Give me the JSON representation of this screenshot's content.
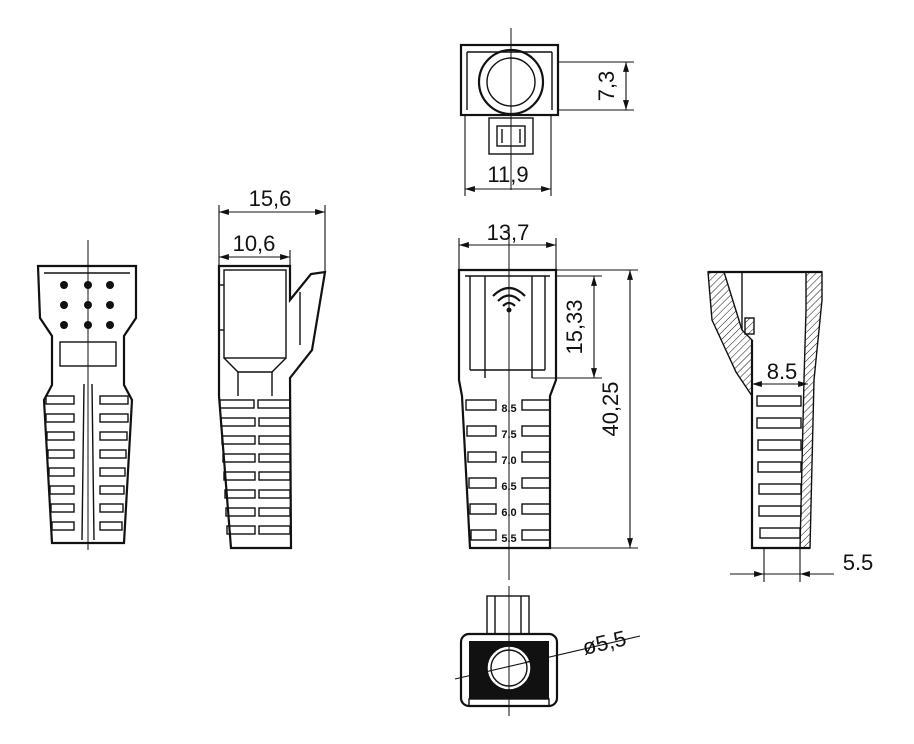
{
  "dimensions": {
    "top_height": "7,3",
    "top_width": "11,9",
    "side_outer_width": "15,6",
    "side_inner_width": "10,6",
    "front_width": "13,7",
    "front_upper_height": "15,33",
    "front_total_height": "40,25",
    "section_inner": "8.5",
    "section_tip": "5.5",
    "bottom_diameter": "ø5,5"
  },
  "gauge_marks": [
    "8.5",
    "7.5",
    "7.0",
    "6.5",
    "6.0",
    "5.5"
  ]
}
